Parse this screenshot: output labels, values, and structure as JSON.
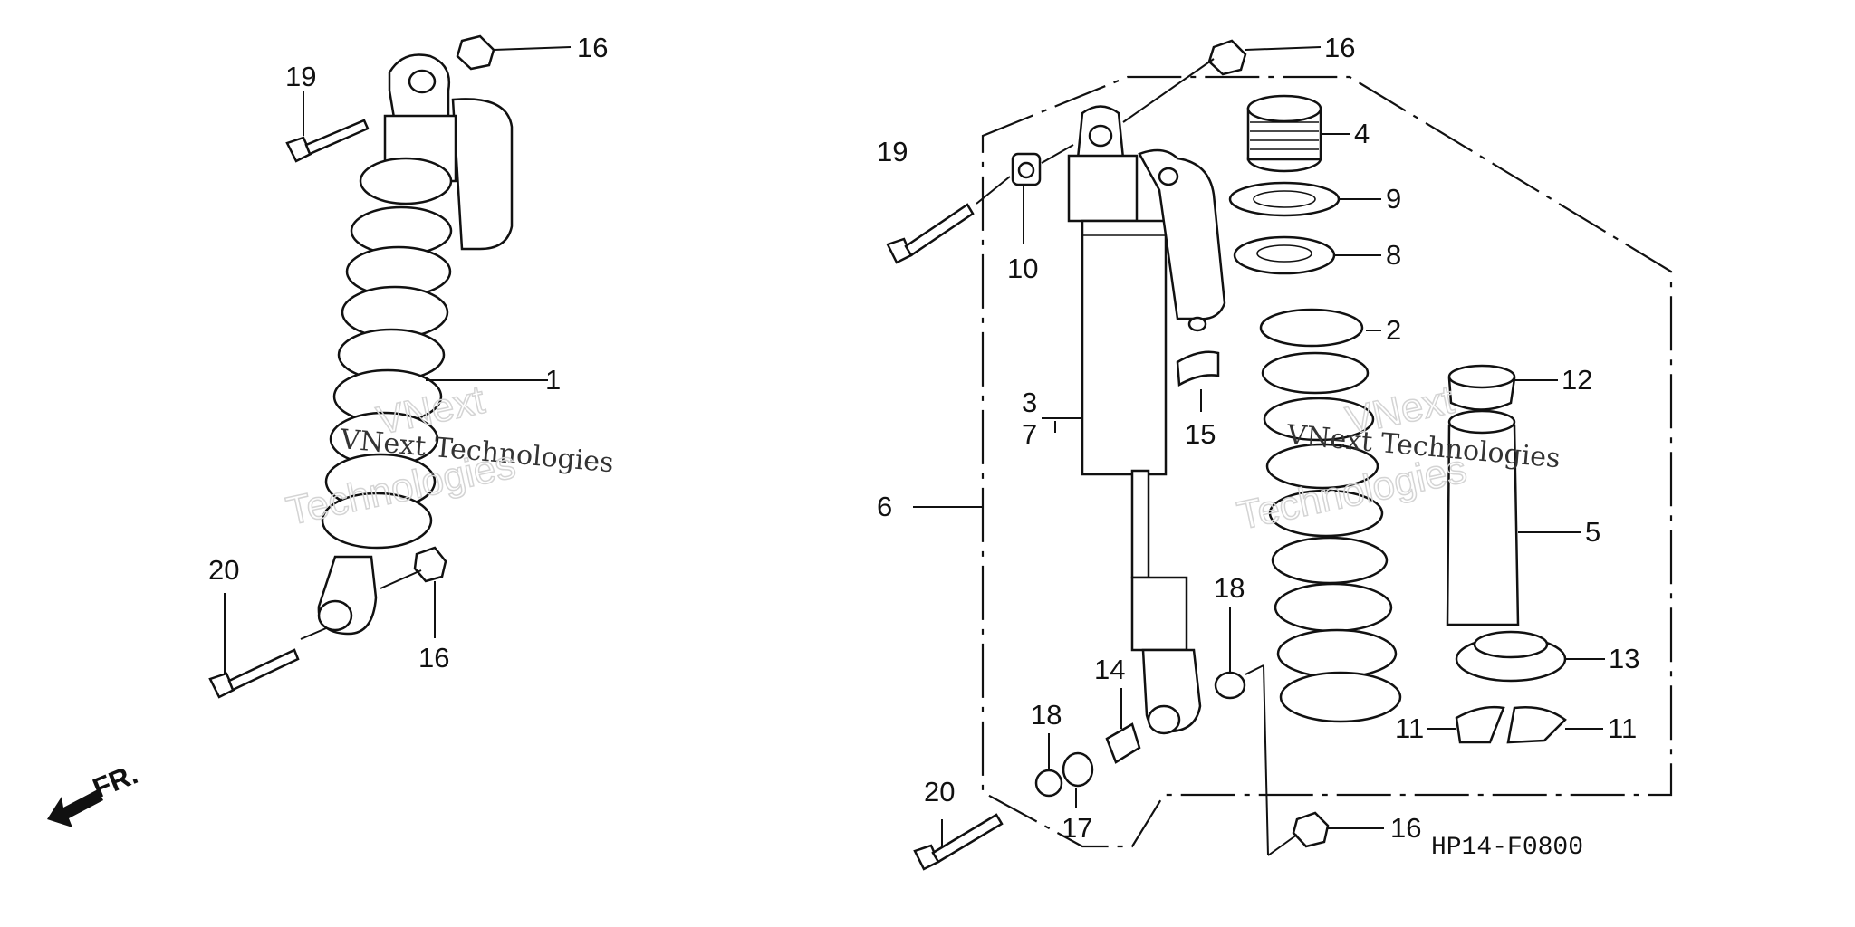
{
  "diagram": {
    "code": "HP14-F0800",
    "direction_label": "FR.",
    "watermark": {
      "line1": "VNext",
      "line2": "VNext Technologies",
      "line3": "Technologies"
    },
    "callouts_left": {
      "c1": "1",
      "c16a": "16",
      "c16b": "16",
      "c19": "19",
      "c20": "20"
    },
    "callouts_right": {
      "c2": "2",
      "c3": "3",
      "c4": "4",
      "c5": "5",
      "c6": "6",
      "c7": "7",
      "c8": "8",
      "c9": "9",
      "c10": "10",
      "c11a": "11",
      "c11b": "11",
      "c12": "12",
      "c13": "13",
      "c14": "14",
      "c15": "15",
      "c16a": "16",
      "c16b": "16",
      "c17": "17",
      "c18a": "18",
      "c18b": "18",
      "c19": "19",
      "c20": "20"
    }
  }
}
